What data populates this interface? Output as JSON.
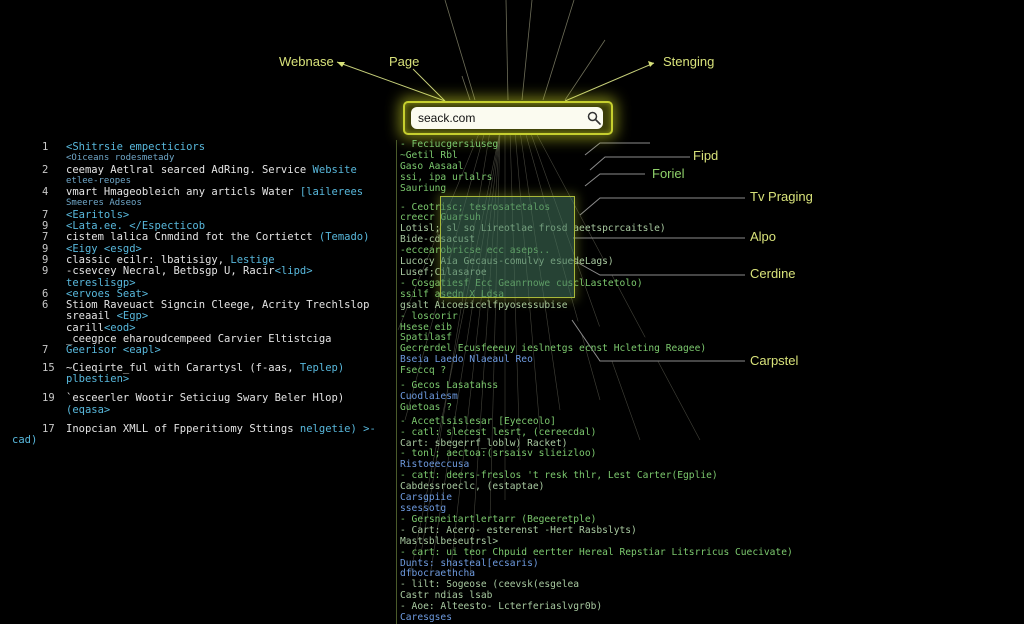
{
  "search": {
    "value": "seack.com",
    "icon": "search-icon"
  },
  "labels": {
    "webnase": "Webnase",
    "page": "Page",
    "stenging": "Stenging",
    "fipd": "Fipd",
    "foriel": "Foriel",
    "tv_praging": "Tv Praging",
    "alpo": "Alpo",
    "cerdine": "Cerdine",
    "carpstel": "Carpstel"
  },
  "code_left": [
    {
      "num": "1",
      "text": "<Shitrsie empecticiors",
      "tail": ""
    },
    {
      "num": "",
      "text": "",
      "tail": "<Oiceans rodesmetady"
    },
    {
      "num": "2",
      "text": "  ceemay Aetlral searced AdRing. Service ",
      "tail": "Website"
    },
    {
      "num": "",
      "text": "",
      "tail": "  etlee-reopes"
    },
    {
      "num": "4",
      "text": "vmart Hmageobleich any articls Water ",
      "tail": "[lailerees"
    },
    {
      "num": "",
      "text": "",
      "tail": "Smeeres Adseos"
    },
    {
      "num": "7",
      "text": "",
      "tail": " <Earitols>"
    },
    {
      "num": "9",
      "text": "",
      "tail": "  <Lata.ee. </Especticob"
    },
    {
      "num": "7",
      "text": "   cistem lalica Cnmdind fot the Cortietct ",
      "tail": "(Temado)"
    },
    {
      "num": "9",
      "text": "",
      "tail": "    <Eigy <esgd>"
    },
    {
      "num": "9",
      "text": "   classic ecilr: lbatisigy, ",
      "tail": "Lestige"
    },
    {
      "num": "9",
      "text": "  -csevcey Necral, Betbsgp U, Racir",
      "tail": "<lipd>"
    },
    {
      "num": "",
      "text": "",
      "tail": "   tereslisgp>"
    },
    {
      "num": "6",
      "text": "",
      "tail": "  <ervoes Seat>"
    },
    {
      "num": "6",
      "text": "   Stiom Raveuact Signcin Cleege, Acrity Trechlslop",
      "tail": ""
    },
    {
      "num": "",
      "text": "   sreaail ",
      "tail": "<Egp>"
    },
    {
      "num": "",
      "text": "   carill",
      "tail": "<eod>"
    },
    {
      "num": "",
      "text": "  _ceegpce eharoudcempeed Carvier Eltistciga",
      "tail": ""
    },
    {
      "num": "7",
      "text": "",
      "tail": "  Geerisor <eapl>"
    },
    {
      "num": "15",
      "text": " ~Cieqirte_ful with Carartysl (f-aas, ",
      "tail": "Teplep)"
    },
    {
      "num": "",
      "text": "",
      "tail": "plbestien>"
    },
    {
      "num": "19",
      "text": " `esceerler Wootir Seticiug Swary Beler Hlop)",
      "tail": ""
    },
    {
      "num": "",
      "text": "",
      "tail": " (eqasa>"
    },
    {
      "num": "17",
      "text": " Inopcian XMLL of Fpperitiomy Sttings ",
      "tail": "nelgetie) >-"
    },
    {
      "num": "",
      "text": "",
      "tail": "cad)"
    }
  ],
  "code_right": [
    {
      "text": "- Feciucgersiuseg",
      "style": ""
    },
    {
      "text": "  ~Getil Rbl",
      "style": ""
    },
    {
      "text": "  Gaso Aasaal",
      "style": ""
    },
    {
      "text": "  ssi, ipa urlalrs",
      "style": ""
    },
    {
      "text": "  Sauriung",
      "style": ""
    },
    {
      "text": "",
      "style": ""
    },
    {
      "text": "- Ceotrisc; tesrosatetalos",
      "style": ""
    },
    {
      "text": "  creecr Guarsuh",
      "style": ""
    },
    {
      "text": "    Lotisl; sl so Lireotlae frosd aeetspcrcaitsle)",
      "style": "pale"
    },
    {
      "text": "    Bide-cdsacust",
      "style": "pale"
    },
    {
      "text": "  -eccearobricse ecc aseps..",
      "style": ""
    },
    {
      "text": "    Lucocy Aia Gecaus-comulvy esuedeLags)",
      "style": "pale"
    },
    {
      "text": "    Lusef;Cilasaroe",
      "style": "pale"
    },
    {
      "text": "- Cosgatiesf Ecc Geanrnowe cusclLastetolo)",
      "style": ""
    },
    {
      "text": "  ssilf asedn  X    Ldsa",
      "style": ""
    },
    {
      "text": "  gsalt  Aicoesicelfpyosessubise",
      "style": "pale"
    },
    {
      "text": "  - loscorir",
      "style": ""
    },
    {
      "text": "    Hsese eib",
      "style": ""
    },
    {
      "text": "    Spatilasf",
      "style": ""
    },
    {
      "text": "  Gecrerdel Ecusfeeeuy ieslnetgs ecnst Hcleting Reagee)",
      "style": ""
    },
    {
      "text": "   Bseia   Laedo Nlaeaul Reo",
      "style": "blue"
    },
    {
      "text": "  Fseccq ?",
      "style": ""
    },
    {
      "text": "- Gecos  Lasatahss",
      "style": ""
    },
    {
      "text": "  Cuodlaiesm",
      "style": "blue"
    },
    {
      "text": "  Guetoas ?",
      "style": ""
    },
    {
      "text": "- Accetlsislesar [Eyeceolo]",
      "style": ""
    },
    {
      "text": "- catl: slecest lesrt, (cereecdal)",
      "style": ""
    },
    {
      "text": "  Cart: sbegerrf_loblw)        Racket)",
      "style": "pale"
    },
    {
      "text": "- tonl; aectoa:(srsaisv slieizloo)",
      "style": ""
    },
    {
      "text": "  Ristoeeccusa",
      "style": "blue"
    },
    {
      "text": "- catt: deers-freslos 't resk thlr, Lest Carter(Egplie)",
      "style": ""
    },
    {
      "text": "  Cabdessroeclc, (estaptae)",
      "style": "pale"
    },
    {
      "text": "  Carsgpiie",
      "style": "blue"
    },
    {
      "text": "  ssessotg",
      "style": "blue"
    },
    {
      "text": "- Gersneitartlertarr (Begeeretple)",
      "style": ""
    },
    {
      "text": "- Cart: Acero- esterenst -Hert Rasbslyts)",
      "style": "pale"
    },
    {
      "text": "  Mastsblbeseutrsl>",
      "style": "pale"
    },
    {
      "text": "- cart: ui teor Chpuid eertter Hereal Repstiar Litsrricus Cuecivate)",
      "style": ""
    },
    {
      "text": "  Dunts: shasteal[ecsaris)",
      "style": "blue"
    },
    {
      "text": "  dfbocraethcha",
      "style": "blue"
    },
    {
      "text": "- lilt: Sogeose (ceevsk(esgelea",
      "style": "pale"
    },
    {
      "text": "  Castr ndias lsab",
      "style": "pale"
    },
    {
      "text": "- Aoe: Alteesto- Lcterferiaslvgr0b)",
      "style": "pale"
    },
    {
      "text": "  Caresgses",
      "style": "blue"
    }
  ],
  "colors": {
    "background": "#000000",
    "accent_yellow": "#c6cf2e",
    "label_yellow": "#d8e27a",
    "code_green": "#7cc96e",
    "code_cyan": "#58b8dc",
    "overlay_teal": "#46785f"
  }
}
